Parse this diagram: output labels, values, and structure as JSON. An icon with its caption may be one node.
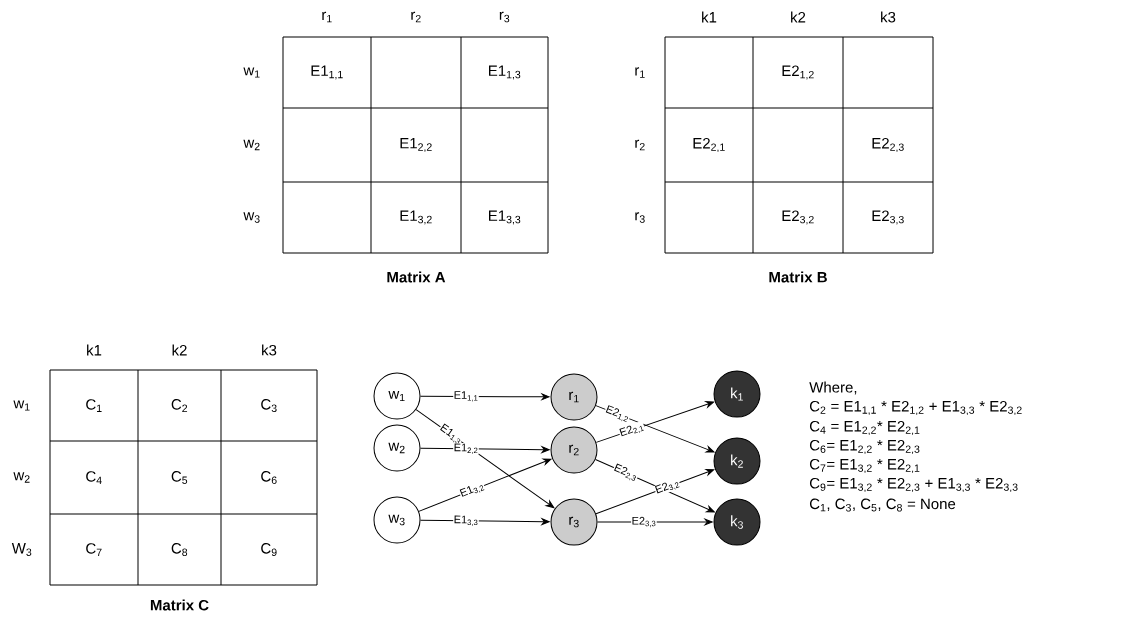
{
  "diagram": {
    "nodes": [
      {
        "text": [
          "w$_{1}$"
        ]
      },
      {
        "text": [
          "w$_{2}$"
        ]
      },
      {
        "text": [
          "w$_{3}$"
        ]
      },
      {
        "text": [
          "r$_{1}$"
        ]
      },
      {
        "text": [
          "r$_{2}$"
        ]
      },
      {
        "text": [
          "r$_{3}$"
        ]
      },
      {
        "text": [
          "k$_{1}$"
        ]
      },
      {
        "text": [
          "k$_{2}$"
        ]
      },
      {
        "text": [
          "k$_{3}$"
        ]
      }
    ],
    "edges": [
      {
        "from": 0,
        "to": 3,
        "arrow": "to",
        "label": "E1$_{1,1}$"
      },
      {
        "from": 0,
        "to": 5,
        "arrow": "to",
        "label": "E1$_{1,3}$"
      },
      {
        "from": 1,
        "to": 4,
        "arrow": "to",
        "label": "E1$_{2,2}$"
      },
      {
        "from": 2,
        "to": 4,
        "arrow": "to",
        "label": "E1$_{3,2}$"
      },
      {
        "from": 2,
        "to": 5,
        "arrow": "to",
        "label": "E1$_{3,3}$"
      },
      {
        "from": 3,
        "to": 7,
        "arrow": "to",
        "label": "E2$_{1,2}$"
      },
      {
        "from": 4,
        "to": 6,
        "arrow": "to",
        "label": "E2$_{2,1}$"
      },
      {
        "from": 4,
        "to": 8,
        "arrow": "to",
        "label": "E2$_{2,3}$"
      },
      {
        "from": 5,
        "to": 7,
        "arrow": "to",
        "label": "E2$_{3,2}$"
      },
      {
        "from": 5,
        "to": 8,
        "arrow": "to",
        "label": "E2$_{3,3}$"
      }
    ],
    "labels": [
      "r$_{1}$",
      "r$_{2}$",
      "r$_{3}$",
      "w$_{1}$",
      "E1$_{1,1}$",
      "E1$_{1,3}$",
      "w$_{2}$",
      "E1$_{2,2}$",
      "w$_{3}$",
      "E1$_{3,2}$",
      "E1$_{3,3}$",
      "Matrix A",
      "k1",
      "k2",
      "k3",
      "r$_{1}$",
      "E2$_{1,2}$",
      "r$_{2}$",
      "E2$_{2,1}$",
      "E2$_{2,3}$",
      "r$_{3}$",
      "E2$_{3,2}$",
      "E2$_{3,3}$",
      "Matrix B",
      "k1",
      "k2",
      "k3",
      "w$_{1}$",
      "C$_{1}$",
      "C$_{2}$",
      "C$_{3}$",
      "w$_{2}$",
      "C$_{4}$",
      "C$_{5}$",
      "C$_{6}$",
      "W$_{3}$",
      "C$_{7}$",
      "C$_{8}$",
      "C$_{9}$",
      "Matrix C",
      "Where,",
      "C$_{2}$ = E1$_{1,1}$ * E2$_{1,2}$ + E1$_{3,3}$ * E2$_{3,2}$",
      "C$_{4}$ = E1$_{2,2}$* E2$_{2,1}$",
      "C$_{6}$= E1$_{2,2}$ * E2$_{2,3}$",
      "C$_{7}$= E1$_{3,2}$ * E2$_{2,1}$",
      "C$_{9}$= E1$_{3,2}$ * E2$_{2,3}$ + E1$_{3,3}$ * E2$_{3,3}$",
      "C$_{1}$, C$_{3}$, C$_{5}$, C$_{8}$ = None"
    ]
  }
}
